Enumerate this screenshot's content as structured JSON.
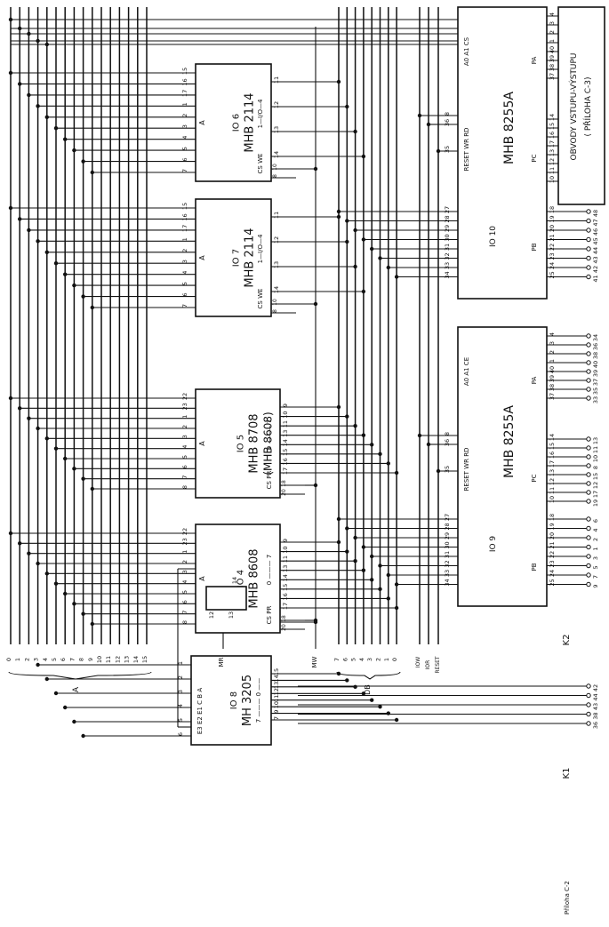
{
  "chips": [
    {
      "id": "IO 6",
      "type": "MHB 2114",
      "pins_top": [
        "15",
        "16",
        "17",
        "1",
        "2",
        "3",
        "4",
        "5",
        "6",
        "7"
      ],
      "pins_right": [
        "11",
        "12",
        "13",
        "14"
      ],
      "ctrl": [
        "10",
        "8"
      ],
      "ctrl_label": "CS  WE",
      "addr_label": "A",
      "data_label": "1—I/O—4",
      "range": [
        "0",
        "9"
      ]
    },
    {
      "id": "IO 7",
      "type": "MHB 2114",
      "pins_top": [
        "15",
        "16",
        "17",
        "1",
        "2",
        "3",
        "4",
        "5",
        "6",
        "7"
      ],
      "pins_right": [
        "11",
        "12",
        "13",
        "14"
      ],
      "ctrl": [
        "10",
        "8"
      ],
      "ctrl_label": "CS  WE",
      "addr_label": "A",
      "data_label": "1—I/O—4",
      "range": [
        "0",
        "9"
      ]
    },
    {
      "id": "IO 5",
      "type": "MHB 8708",
      "alt": "(MHB 8608)",
      "pins_top": [
        "22",
        "23",
        "1",
        "2",
        "3",
        "4",
        "5",
        "6",
        "7",
        "8"
      ],
      "pins_right": [
        "9",
        "10",
        "11",
        "13",
        "14",
        "15",
        "16",
        "17"
      ],
      "ctrl": [
        "18",
        "20"
      ],
      "ctrl_label": "CS  PR",
      "addr_label": "A",
      "data_label": "0 ——— 7",
      "range": [
        "0",
        "9"
      ]
    },
    {
      "id": "IO 4",
      "type": "MHB 8608",
      "pins_top": [
        "22",
        "23",
        "1",
        "2",
        "3",
        "4",
        "5",
        "6",
        "7",
        "8"
      ],
      "pins_right": [
        "9",
        "10",
        "11",
        "13",
        "14",
        "15",
        "16",
        "17"
      ],
      "ctrl": [
        "18",
        "20"
      ],
      "ctrl_label": "CS  PR",
      "addr_label": "A",
      "data_label": "0 ——— 7",
      "range": [
        "0",
        "9"
      ]
    },
    {
      "id": "IO 8",
      "type": "MH 3205",
      "pins_left": [
        "1",
        "2",
        "3",
        "4",
        "5",
        "6"
      ],
      "pins_right": [
        "15",
        "14",
        "13",
        "12",
        "11",
        "10",
        "9",
        "7"
      ],
      "inputs_label": "E3 E2 E1  C B A",
      "out_label": "7 ——— 0 ——"
    }
  ],
  "ppi": [
    {
      "id": "IO 10",
      "type": "MHB 8255A",
      "pins_top": [
        "6",
        "5",
        "9",
        "8",
        "36",
        "35"
      ],
      "ctrl_labels": [
        "A0 A1 CS",
        "RESET WR RD"
      ],
      "pa_pins": [
        "4",
        "3",
        "2",
        "1",
        "40",
        "39",
        "38",
        "37"
      ],
      "pc_pins": [
        "14",
        "15",
        "16",
        "17",
        "13",
        "12",
        "11",
        "10"
      ],
      "pb_pins": [
        "18",
        "19",
        "20",
        "21",
        "22",
        "23",
        "24",
        "25"
      ],
      "pb_out": [
        "48",
        "47",
        "46",
        "45",
        "44",
        "43",
        "42",
        "41"
      ],
      "data_pins": [
        "27",
        "28",
        "29",
        "30",
        "31",
        "32",
        "33",
        "34"
      ]
    },
    {
      "id": "IO 9",
      "type": "MHB 8255A",
      "pins_top": [
        "6",
        "5",
        "9",
        "8",
        "36",
        "35"
      ],
      "ctrl_labels": [
        "A0 A1 CE",
        "RESET WR RD"
      ],
      "pa_pins": [
        "4",
        "3",
        "2",
        "1",
        "40",
        "39",
        "38",
        "37"
      ],
      "pa_out": [
        "34",
        "36",
        "38",
        "40",
        "39",
        "37",
        "35",
        "33"
      ],
      "pc_pins": [
        "14",
        "15",
        "16",
        "17",
        "13",
        "12",
        "11",
        "10"
      ],
      "pc_out": [
        "13",
        "11",
        "10",
        "8",
        "15",
        "12",
        "17",
        "19",
        "21"
      ],
      "pb_pins": [
        "18",
        "19",
        "20",
        "21",
        "22",
        "23",
        "24",
        "25"
      ],
      "pb_out": [
        "6",
        "4",
        "2",
        "1",
        "3",
        "5",
        "7",
        "9"
      ],
      "data_pins": [
        "27",
        "28",
        "29",
        "30",
        "31",
        "32",
        "33",
        "34"
      ]
    }
  ],
  "ext_box": {
    "line1": "OBVODY VSTUPU-VÝSTUPU",
    "line2": "( PŘÍLOHA C-3)"
  },
  "port_labels": {
    "pa": "PA",
    "pb": "PB",
    "pc": "PC"
  },
  "gate": {
    "pins": [
      "12",
      "14",
      "13"
    ]
  },
  "io8_outputs": [
    "42",
    "44",
    "43",
    "38",
    "36"
  ],
  "bus_labels": {
    "a": "A",
    "db": "DB",
    "mr": "MR",
    "mw": "MW",
    "iow_ior": "IOR IOW",
    "reset": "RESET"
  },
  "a_bits": [
    "0",
    "1",
    "2",
    "3",
    "4",
    "5",
    "6",
    "7",
    "8",
    "9",
    "10",
    "11",
    "12",
    "13",
    "14",
    "15"
  ],
  "db_bits": [
    "7",
    "6",
    "5",
    "4",
    "3",
    "2",
    "1",
    "0"
  ],
  "connectors": {
    "k1": "K1",
    "k2": "K2"
  },
  "footer": "Příloha C-2"
}
